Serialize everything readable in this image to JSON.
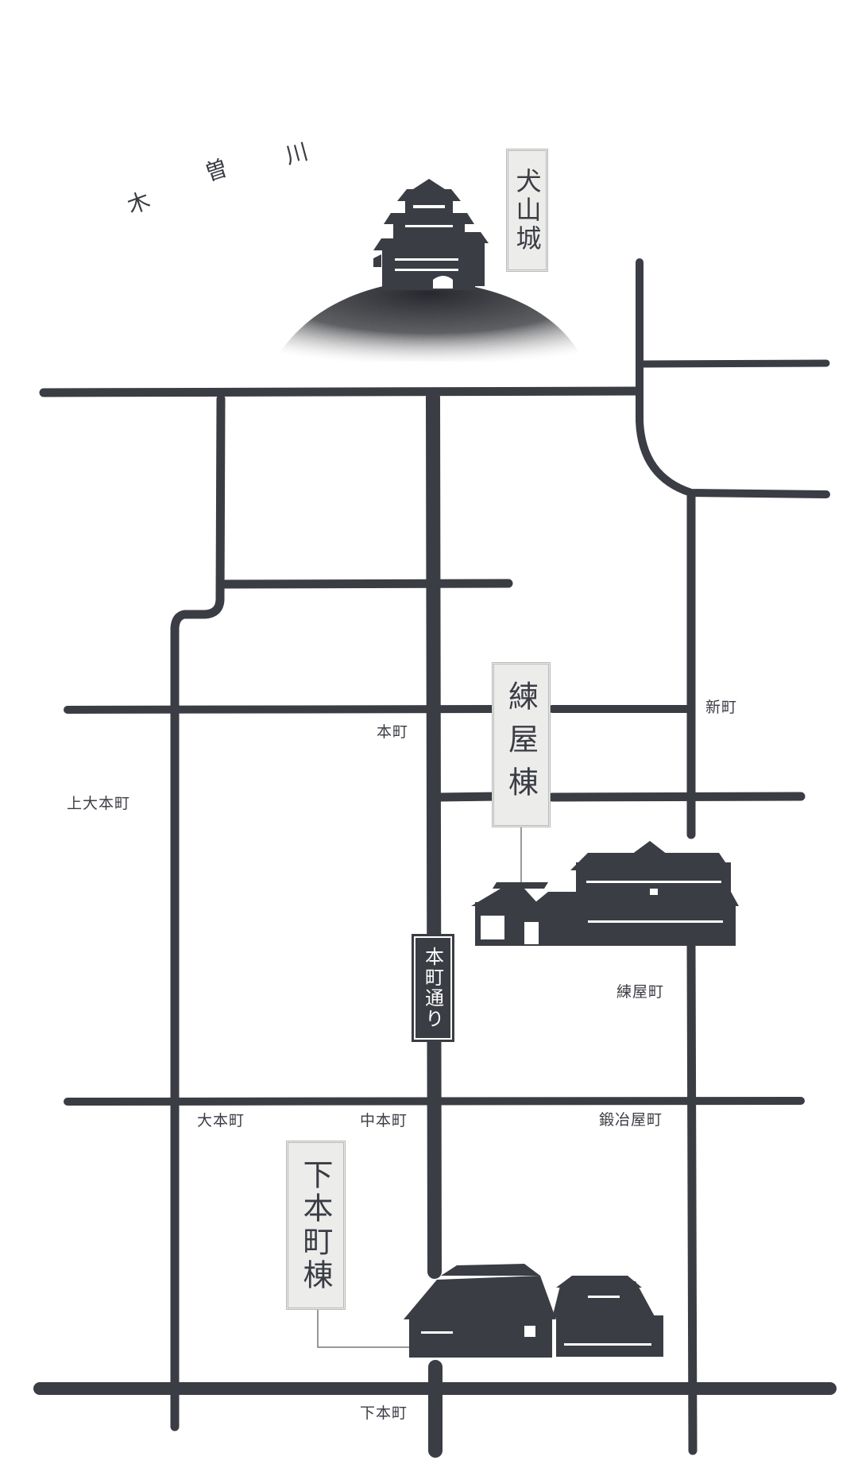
{
  "river": {
    "chars": [
      "木",
      "曽",
      "川"
    ]
  },
  "castle": {
    "label": "犬山城"
  },
  "buildings": {
    "neriya": {
      "label": "練屋棟"
    },
    "shimohonmachi": {
      "label": "下本町棟"
    }
  },
  "street": {
    "label": "本町通り"
  },
  "towns": {
    "honmachi": "本町",
    "shinmachi": "新町",
    "kamiomotomachi": "上大本町",
    "neriyamachi": "練屋町",
    "omotomachi": "大本町",
    "nakahonmachi": "中本町",
    "kajiyamachi": "鍛冶屋町",
    "shimohonmachi": "下本町"
  },
  "colors": {
    "road": "#3b3d44",
    "label_bg": "#ececeb",
    "label_border": "#b9b9b6"
  }
}
